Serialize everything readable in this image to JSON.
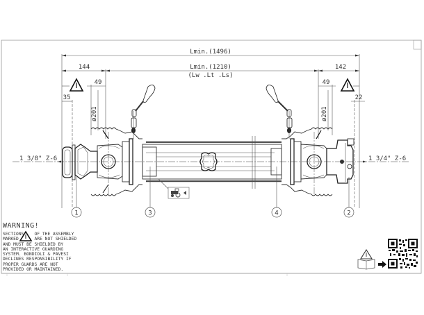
{
  "drawing": {
    "dimensions": {
      "overall_length": "Lmin.(1496)",
      "tube_length": "Lmin.(1210)",
      "tube_length_note": "(Lw .Lt .Ls)",
      "left_offset": "144",
      "right_offset": "142",
      "left_guard_offset": "49",
      "right_guard_offset": "49",
      "left_yoke_offset": "35",
      "right_yoke_offset": "22",
      "left_guard_diameter": "ø201",
      "right_guard_diameter": "ø201"
    },
    "shaft_ends": {
      "left_spline": "1 3/8\" Z-6",
      "right_spline": "1 3/4\" Z-6"
    },
    "callouts": [
      "1",
      "2",
      "3",
      "4"
    ],
    "icons": {
      "left_warning": "warning-triangle-icon",
      "right_warning": "warning-triangle-icon",
      "left_chain": "safety-chain-icon",
      "right_chain": "safety-chain-icon",
      "tractor_side": "tractor-icon",
      "manual": "manual-warning-icon",
      "arrow": "arrow-right-icon",
      "qr": "qr-code-icon"
    }
  },
  "warning": {
    "title": "WARNING!",
    "body_lines": [
      "SECTIONS    OF THE ASSEMBLY",
      "MARKED      ARE NOT SHIELDED",
      "AND MUST BE SHIELDED BY",
      "AN INTERACTIVE GUARDING",
      "SYSTEM. BONDIOLI & PAVESI",
      "DECLINES RESPONSIBILITY IF",
      "PROPER GUARDS ARE NOT",
      "PROVIDED OR MAINTAINED."
    ]
  },
  "colors": {
    "line": "#333333",
    "frame": "#888888",
    "background": "#ffffff"
  }
}
